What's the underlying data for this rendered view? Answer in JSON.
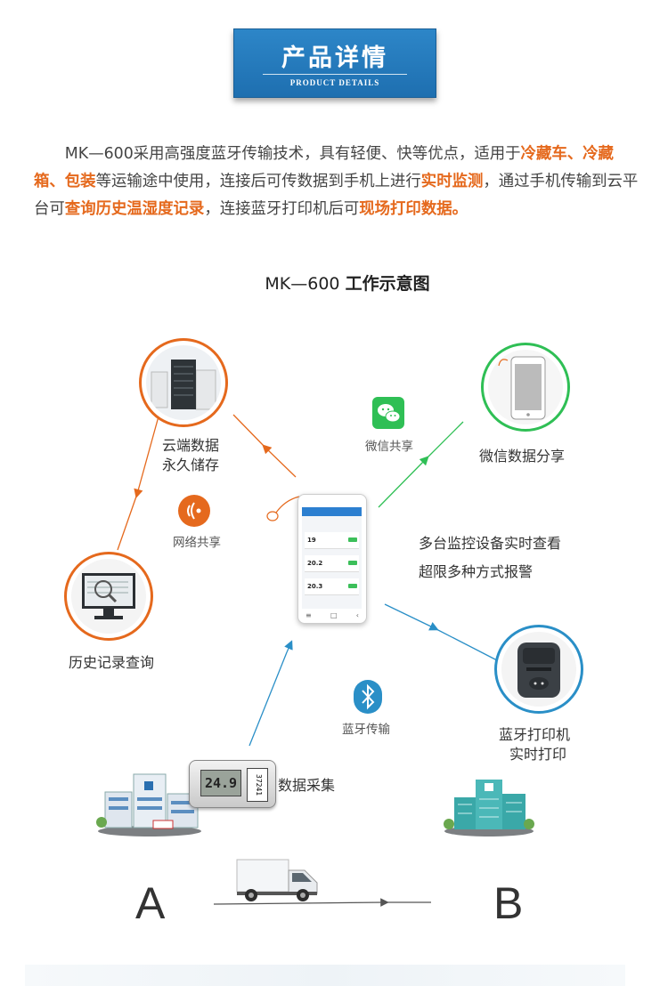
{
  "header": {
    "title_zh": "产品详情",
    "title_en": "PRODUCT DETAILS"
  },
  "intro": {
    "t1": "MK—600采用高强度蓝牙传输技术，具有轻便、快等优点，适用于",
    "h1": "冷藏车、冷藏箱、包装",
    "t2": "等运输途中使用，连接后可传数据到手机上进行",
    "h2": "实时监测",
    "t3": "，通过手机传输到云平台可",
    "h3": "查询历史温湿度记录",
    "t4": "，连接蓝牙打印机后可",
    "h4": "现场打印数据。"
  },
  "diagram": {
    "title_model": "MK—600",
    "title_rest": "工作示意图",
    "cloud_label_1": "云端数据",
    "cloud_label_2": "永久储存",
    "network_label": "网络共享",
    "wechat_label": "微信共享",
    "wechat_share_label": "微信数据分享",
    "monitor_line_1": "多台监控设备实时查看",
    "monitor_line_2": "超限多种方式报警",
    "history_label": "历史记录查询",
    "bluetooth_label": "蓝牙传输",
    "printer_label_1": "蓝牙打印机",
    "printer_label_2": "实时打印",
    "collect_label": "数据采集",
    "device_display": "24.9",
    "device_id": "37241",
    "point_a": "A",
    "point_b": "B"
  },
  "phone_screen": {
    "values": [
      "19",
      "20.2",
      "20.3"
    ]
  },
  "colors": {
    "accent_orange": "#e5691d",
    "banner_blue": "#1e6fb0",
    "wechat_green": "#2fbf55",
    "link_blue": "#2a8fc7"
  }
}
